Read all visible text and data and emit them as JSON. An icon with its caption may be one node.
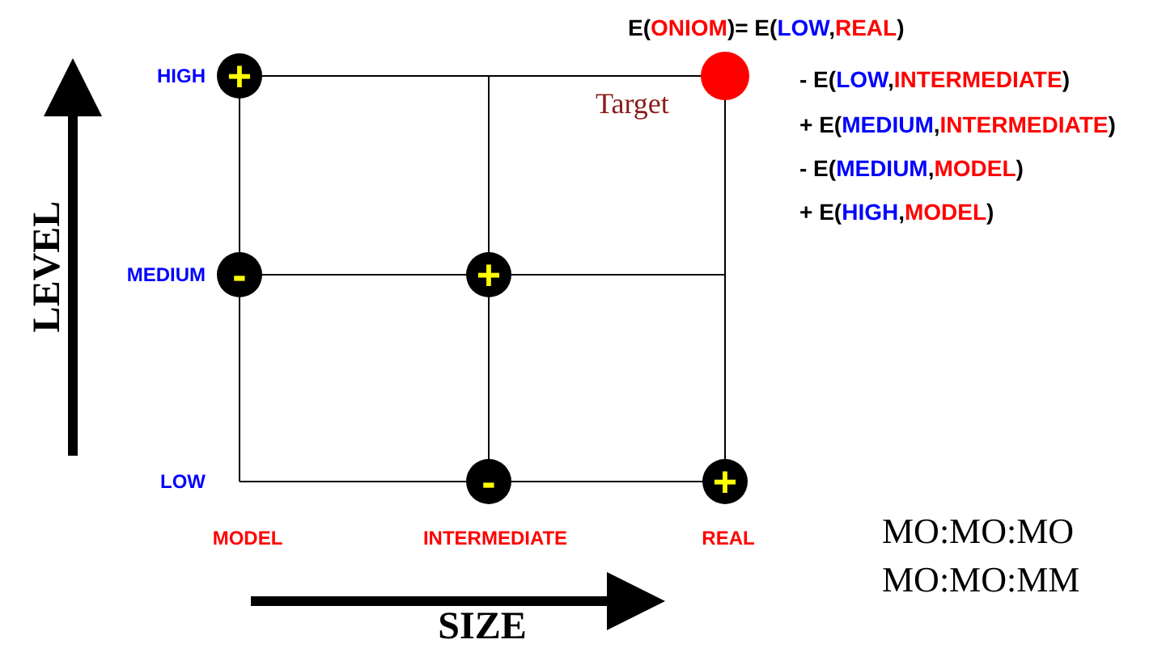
{
  "diagram": {
    "nodes": [
      {
        "text": [
          "+"
        ]
      },
      {
        "text": [],
        "shape": "circle",
        "beside": [
          "Target"
        ]
      },
      {
        "text": [
          "-"
        ]
      },
      {
        "text": [
          "+"
        ]
      },
      {
        "text": [
          "-"
        ]
      },
      {
        "text": [
          "+"
        ]
      }
    ],
    "labels": [
      "E(ONIOM)= E(LOW,REAL)",
      "- E(LOW,INTERMEDIATE)",
      "+ E(MEDIUM,INTERMEDIATE)",
      "- E(MEDIUM,MODEL)",
      "+ E(HIGH,MODEL)",
      "HIGH",
      "LEVEL",
      "MEDIUM",
      "LOW",
      "MODEL",
      "INTERMEDIATE",
      "REAL",
      "MO:MO:MO",
      "MO:MO:MM",
      "SIZE"
    ]
  }
}
